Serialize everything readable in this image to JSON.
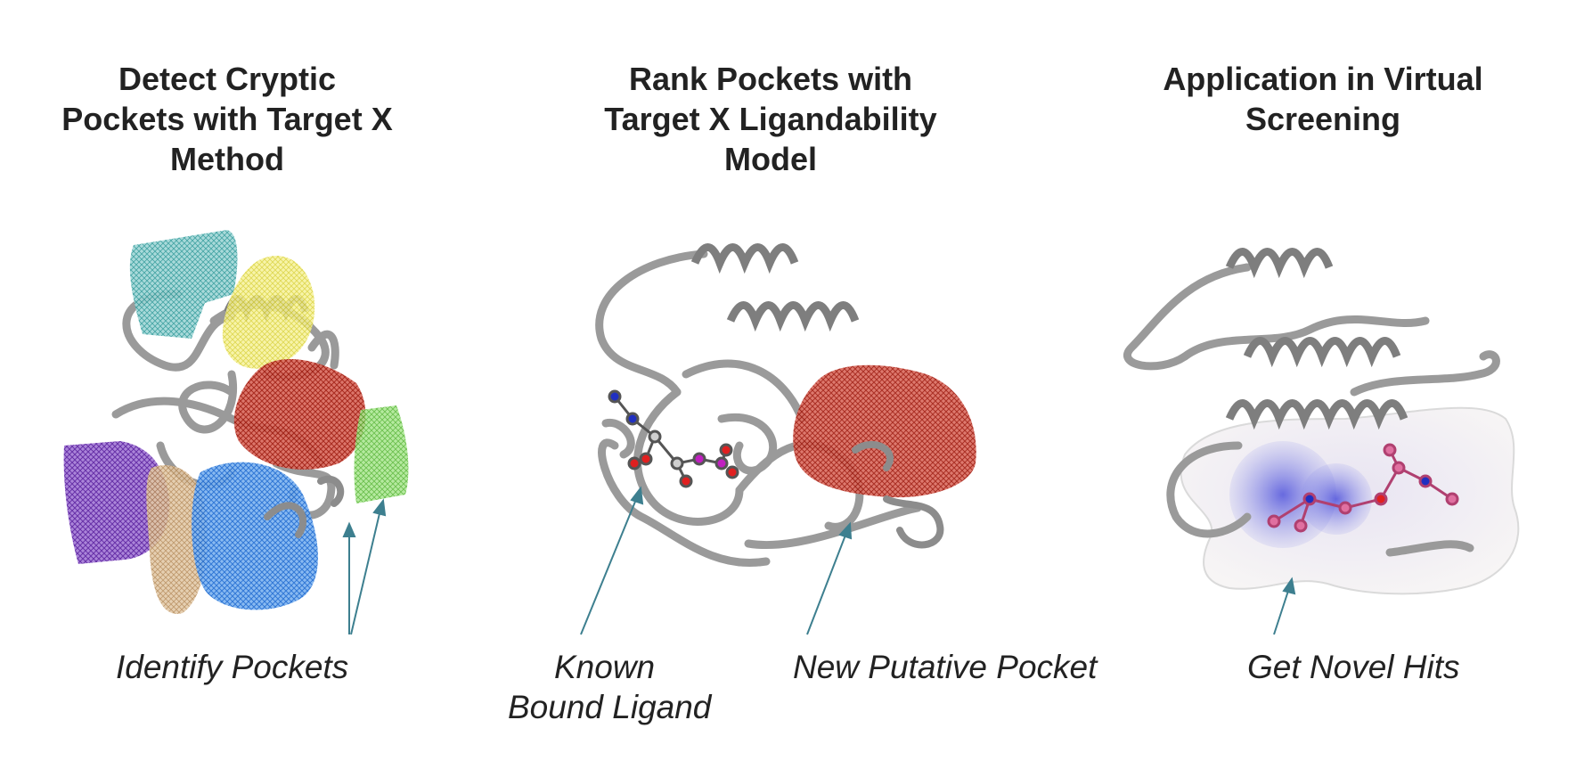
{
  "panels": [
    {
      "title_lines": [
        "Detect Cryptic",
        "Pockets with Target X",
        "Method"
      ]
    },
    {
      "title_lines": [
        "Rank Pockets with",
        "Target X Ligandability",
        "Model"
      ]
    },
    {
      "title_lines": [
        "Application in Virtual",
        "Screening"
      ]
    }
  ],
  "captions": {
    "identify": "Identify Pockets",
    "known_line1": "Known",
    "known_line2": "Bound Ligand",
    "new_pocket": "New Putative Pocket",
    "novel_hits": "Get Novel Hits"
  },
  "pocket_colors": {
    "teal": "#3aa6a6",
    "yellow": "#e6e04a",
    "red": "#b01e12",
    "green": "#5cc23a",
    "purple": "#6a2bb0",
    "tan": "#c49a6a",
    "blue": "#2a7ae0"
  },
  "arrow_color": "#3d7f8f",
  "ribbon_color": "#9a9a9a"
}
